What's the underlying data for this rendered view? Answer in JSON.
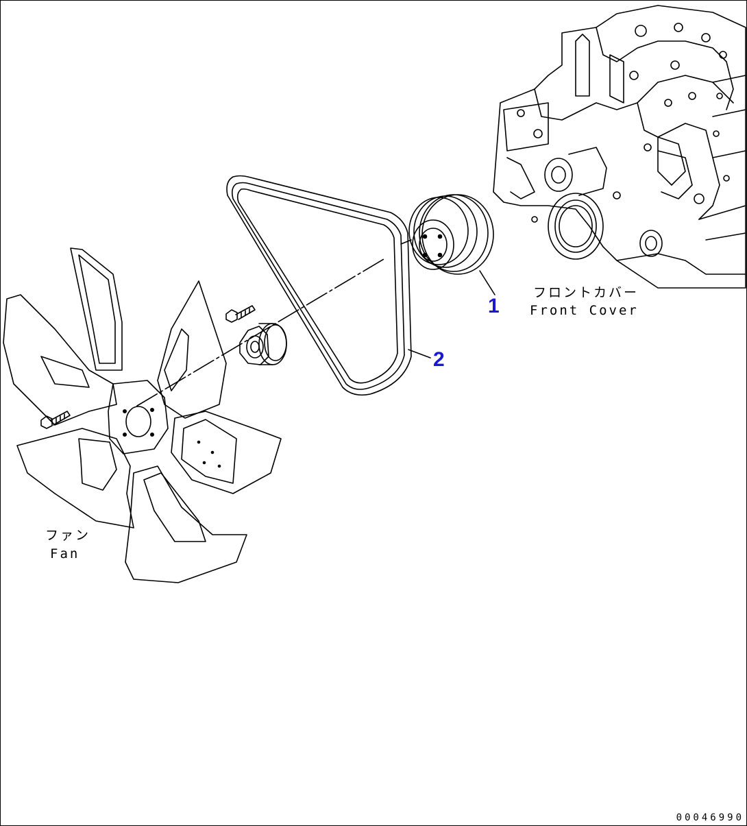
{
  "labels": {
    "front_cover_jp": "フロントカバー",
    "front_cover_en": "Front Cover",
    "fan_jp": "ファン",
    "fan_en": "Fan"
  },
  "callouts": {
    "item1": "1",
    "item2": "2"
  },
  "catalog_number": "00046990",
  "colors": {
    "line": "#000000",
    "callout": "#1a1acc",
    "background": "#ffffff"
  }
}
